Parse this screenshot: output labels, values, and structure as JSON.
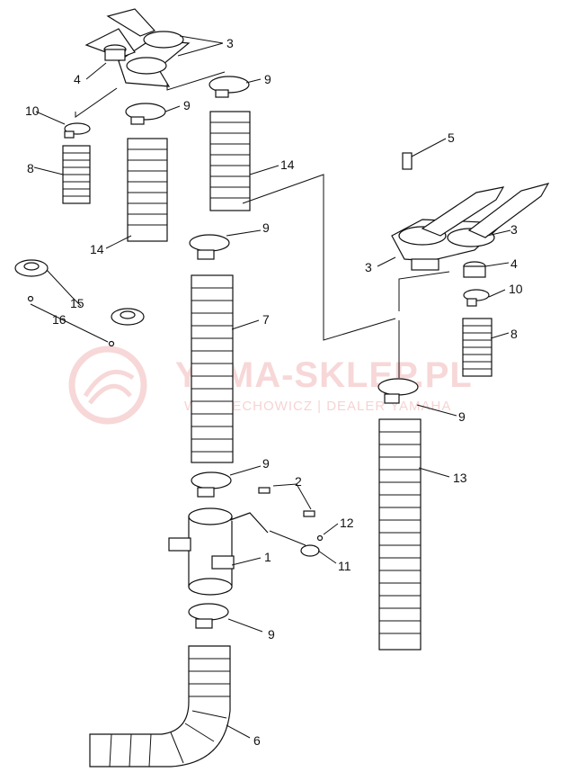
{
  "watermark": {
    "title": "YAMA-SKLEP.PL",
    "subtitle": "WOJCIECHOWICZ | DEALER YAMAHA"
  },
  "callouts": {
    "n1": "1",
    "n2": "2",
    "n3": "3",
    "n4": "4",
    "n5": "5",
    "n6": "6",
    "n7": "7",
    "n8": "8",
    "n9": "9",
    "n10": "10",
    "n11": "11",
    "n12": "12",
    "n13": "13",
    "n14": "14",
    "n15": "15",
    "n16": "16"
  },
  "colors": {
    "ink": "#111111",
    "watermark": "#f1b7b7"
  }
}
